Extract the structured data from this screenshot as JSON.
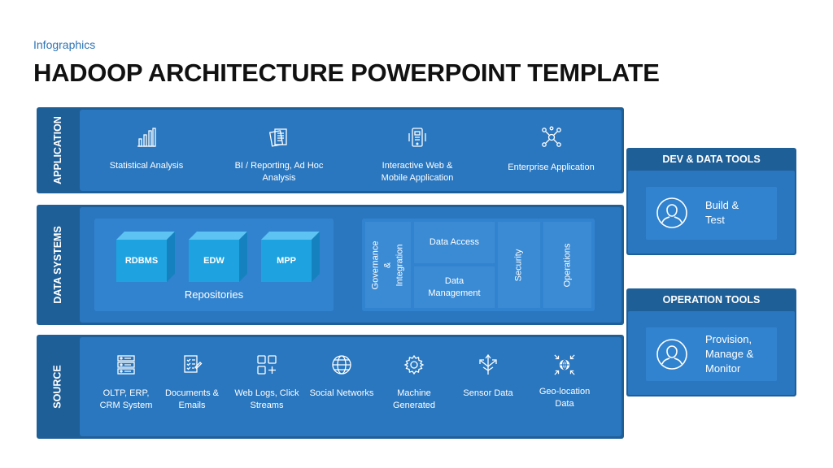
{
  "header": {
    "subtitle": "Infographics",
    "title": "HADOOP ARCHITECTURE POWERPOINT TEMPLATE"
  },
  "application": {
    "label": "APPLICATION",
    "items": [
      {
        "label": "Statistical Analysis",
        "icon": "bar-chart-icon"
      },
      {
        "label": "BI / Reporting, Ad Hoc\nAnalysis",
        "icon": "documents-icon"
      },
      {
        "label": "Interactive Web &\nMobile Application",
        "icon": "mobile-app-icon"
      },
      {
        "label": "Enterprise Application",
        "icon": "network-icon"
      }
    ]
  },
  "data_systems": {
    "label": "DATA SYSTEMS",
    "repositories_label": "Repositories",
    "cubes": [
      "RDBMS",
      "EDW",
      "MPP"
    ],
    "governance": "Governance &\nIntegration",
    "data_access": "Data Access",
    "data_management": "Data\nManagement",
    "security": "Security",
    "operations": "Operations"
  },
  "source": {
    "label": "SOURCE",
    "items": [
      {
        "label": "OLTP, ERP,\nCRM System",
        "icon": "server-icon"
      },
      {
        "label": "Documents &\nEmails",
        "icon": "document-checklist-icon"
      },
      {
        "label": "Web Logs, Click\nStreams",
        "icon": "grid-plus-icon"
      },
      {
        "label": "Social Networks",
        "icon": "globe-icon"
      },
      {
        "label": "Machine\nGenerated",
        "icon": "gear-icon"
      },
      {
        "label": "Sensor Data",
        "icon": "sensor-arrows-icon"
      },
      {
        "label": "Geo-location\nData",
        "icon": "geo-globe-icon"
      }
    ]
  },
  "tools": [
    {
      "title": "DEV & DATA TOOLS",
      "text": "Build &\nTest",
      "icon": "user-icon"
    },
    {
      "title": "OPERATION TOOLS",
      "text": "Provision,\nManage &\nMonitor",
      "icon": "user-icon"
    }
  ],
  "colors": {
    "band": "#1f5f98",
    "inner": "#2a77bf",
    "panel": "#3283cf",
    "cube_front": "#1ea3e0",
    "accent_text": "#2e75b6"
  }
}
